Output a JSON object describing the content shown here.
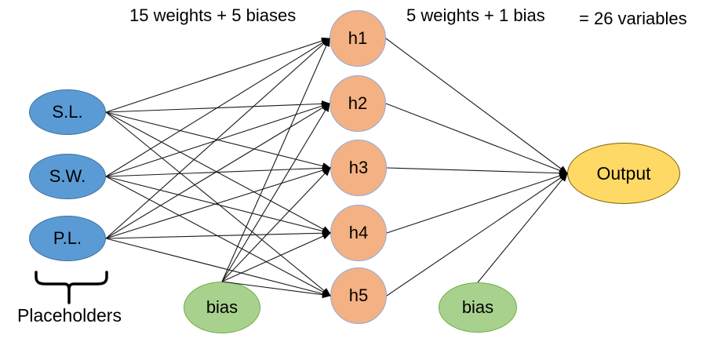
{
  "annotations": {
    "hidden_layer_count": "15 weights + 5 biases",
    "output_layer_count": "5 weights + 1 bias",
    "total_count": "= 26 variables",
    "inputs_caption": "Placeholders"
  },
  "nodes": {
    "inputs": [
      {
        "id": "SL",
        "label": "S.L."
      },
      {
        "id": "SW",
        "label": "S.W."
      },
      {
        "id": "PL",
        "label": "P.L."
      }
    ],
    "hidden": [
      {
        "id": "h1",
        "label": "h1"
      },
      {
        "id": "h2",
        "label": "h2"
      },
      {
        "id": "h3",
        "label": "h3"
      },
      {
        "id": "h4",
        "label": "h4"
      },
      {
        "id": "h5",
        "label": "h5"
      }
    ],
    "biases": [
      {
        "id": "bias1",
        "label": "bias"
      },
      {
        "id": "bias2",
        "label": "bias"
      }
    ],
    "output": {
      "id": "output",
      "label": "Output"
    }
  },
  "edges": [
    {
      "from": "SL",
      "to": "h1"
    },
    {
      "from": "SL",
      "to": "h2"
    },
    {
      "from": "SL",
      "to": "h3"
    },
    {
      "from": "SL",
      "to": "h4"
    },
    {
      "from": "SL",
      "to": "h5"
    },
    {
      "from": "SW",
      "to": "h1"
    },
    {
      "from": "SW",
      "to": "h2"
    },
    {
      "from": "SW",
      "to": "h3"
    },
    {
      "from": "SW",
      "to": "h4"
    },
    {
      "from": "SW",
      "to": "h5"
    },
    {
      "from": "PL",
      "to": "h1"
    },
    {
      "from": "PL",
      "to": "h2"
    },
    {
      "from": "PL",
      "to": "h3"
    },
    {
      "from": "PL",
      "to": "h4"
    },
    {
      "from": "PL",
      "to": "h5"
    },
    {
      "from": "bias1",
      "to": "h1"
    },
    {
      "from": "bias1",
      "to": "h2"
    },
    {
      "from": "bias1",
      "to": "h3"
    },
    {
      "from": "bias1",
      "to": "h4"
    },
    {
      "from": "bias1",
      "to": "h5"
    },
    {
      "from": "h1",
      "to": "output"
    },
    {
      "from": "h2",
      "to": "output"
    },
    {
      "from": "h3",
      "to": "output"
    },
    {
      "from": "h4",
      "to": "output"
    },
    {
      "from": "h5",
      "to": "output"
    },
    {
      "from": "bias2",
      "to": "output"
    }
  ],
  "colors": {
    "input_fill": "#5B9BD5",
    "input_border": "#41719C",
    "hidden_fill": "#F4B183",
    "hidden_border": "#8FAADC",
    "bias_fill": "#A9D18E",
    "bias_border": "#70AD47",
    "output_fill": "#FFD966",
    "output_border": "#7F6000",
    "edge": "#1a1a1a",
    "text": "#000000"
  }
}
